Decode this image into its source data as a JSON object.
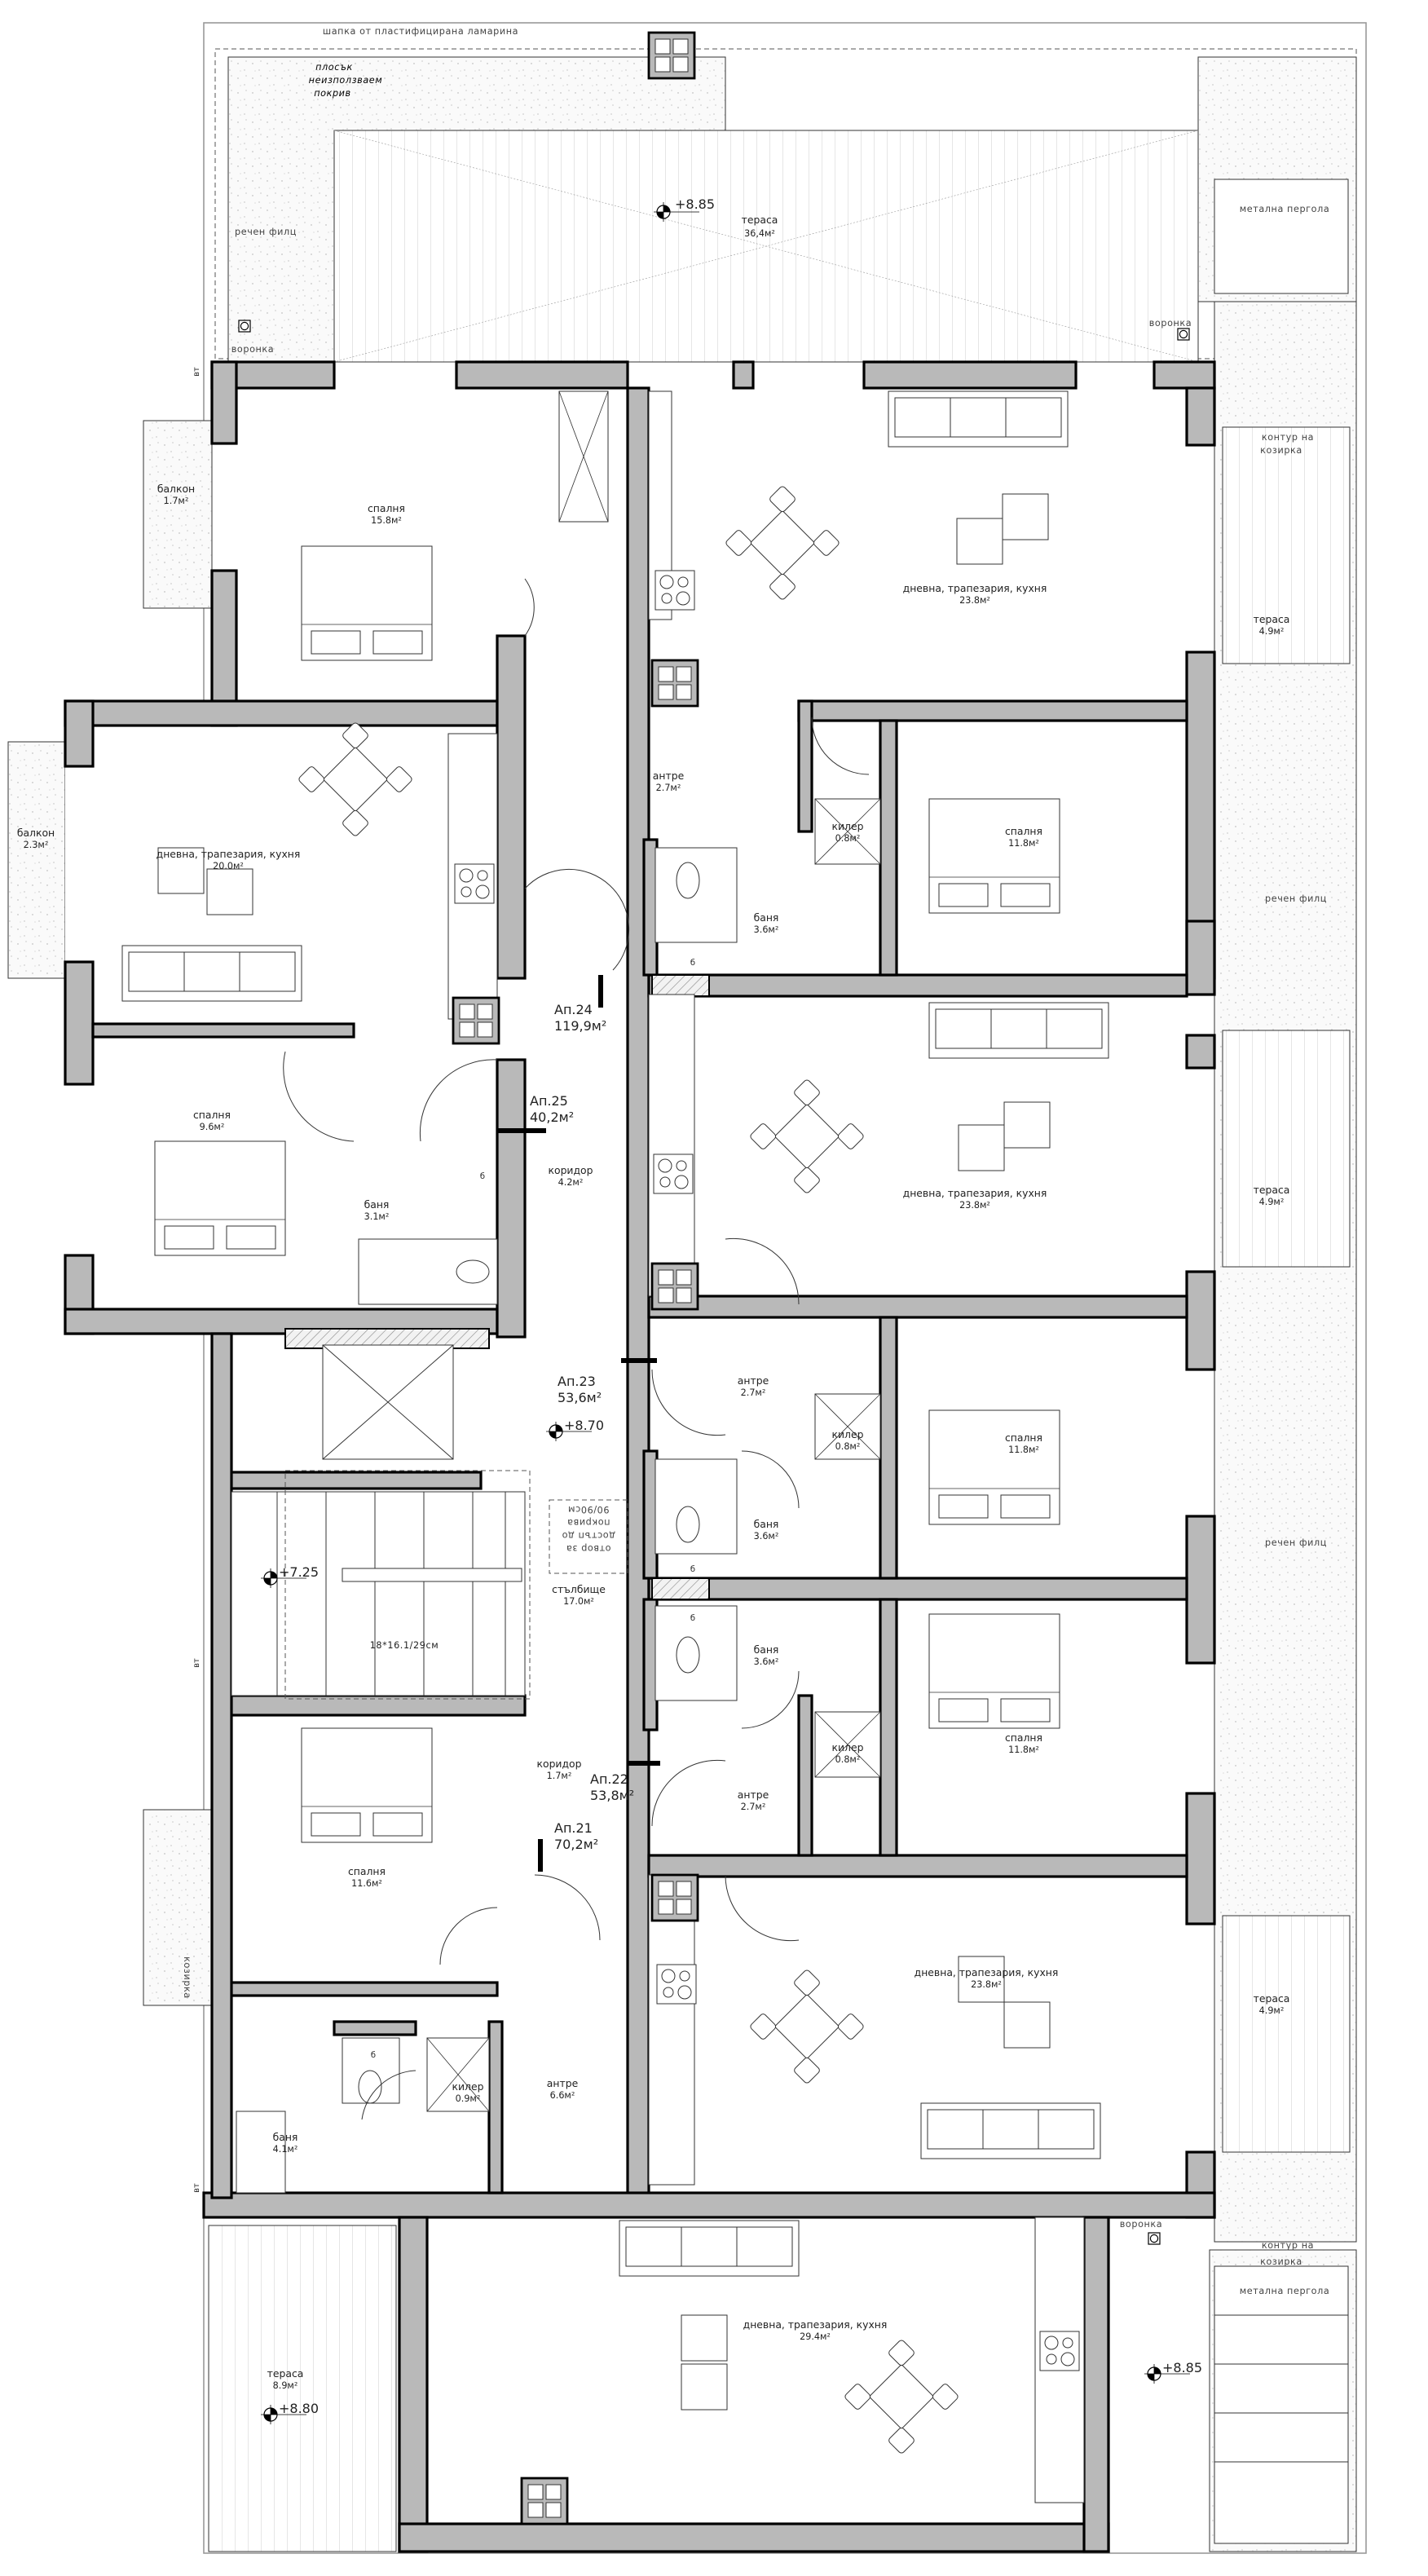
{
  "notes": {
    "roof_cap": "шапка от пластифицирана ламарина",
    "flat_roof": [
      "плосък",
      "неизползваем",
      "покрив"
    ],
    "river_felt": "речен филц",
    "drain": "воронка",
    "metal_pergola": "метална пергола",
    "canopy_contour": [
      "контур на",
      "козирка"
    ],
    "canopy": "козирка",
    "stair_spec": "18*16.1/29см",
    "roof_hatch": [
      "отвор за",
      "достъп до",
      "покрива",
      "90/90см"
    ],
    "vent": "вт",
    "boiler": "б"
  },
  "elevations": [
    "+8.85",
    "+8.70",
    "+7.25",
    "+8.80",
    "+8.85"
  ],
  "apartments": [
    {
      "name": "Ап.24",
      "area": "119,9м²"
    },
    {
      "name": "Ап.25",
      "area": "40,2м²"
    },
    {
      "name": "Ап.23",
      "area": "53,6м²"
    },
    {
      "name": "Ап.22",
      "area": "53,8м²"
    },
    {
      "name": "Ап.21",
      "area": "70,2м²"
    }
  ],
  "rooms": [
    {
      "name": "спалня",
      "area": "15.8м²"
    },
    {
      "name": "дневна, трапезария, кухня",
      "area": "23.8м²"
    },
    {
      "name": "тераса",
      "area": "36,4м²"
    },
    {
      "name": "балкон",
      "area": "1.7м²"
    },
    {
      "name": "тераса",
      "area": "4.9м²"
    },
    {
      "name": "антре",
      "area": "2.7м²"
    },
    {
      "name": "балкон",
      "area": "2.3м²"
    },
    {
      "name": "дневна, трапезария, кухня",
      "area": "20.0м²"
    },
    {
      "name": "килер",
      "area": "0.8м²"
    },
    {
      "name": "спалня",
      "area": "11.8м²"
    },
    {
      "name": "баня",
      "area": "3.6м²"
    },
    {
      "name": "спалня",
      "area": "9.6м²"
    },
    {
      "name": "коридор",
      "area": "4.2м²"
    },
    {
      "name": "баня",
      "area": "3.1м²"
    },
    {
      "name": "дневна, трапезария, кухня",
      "area": "23.8м²"
    },
    {
      "name": "тераса",
      "area": "4.9м²"
    },
    {
      "name": "антре",
      "area": "2.7м²"
    },
    {
      "name": "килер",
      "area": "0.8м²"
    },
    {
      "name": "спалня",
      "area": "11.8м²"
    },
    {
      "name": "баня",
      "area": "3.6м²"
    },
    {
      "name": "стълбище",
      "area": "17.0м²"
    },
    {
      "name": "баня",
      "area": "3.6м²"
    },
    {
      "name": "спалня",
      "area": "11.8м²"
    },
    {
      "name": "килер",
      "area": "0.8м²"
    },
    {
      "name": "коридор",
      "area": "1.7м²"
    },
    {
      "name": "антре",
      "area": "2.7м²"
    },
    {
      "name": "спалня",
      "area": "11.6м²"
    },
    {
      "name": "дневна, трапезария, кухня",
      "area": "23.8м²"
    },
    {
      "name": "тераса",
      "area": "4.9м²"
    },
    {
      "name": "килер",
      "area": "0.9м²"
    },
    {
      "name": "антре",
      "area": "6.6м²"
    },
    {
      "name": "баня",
      "area": "4.1м²"
    },
    {
      "name": "дневна, трапезария, кухня",
      "area": "29.4м²"
    },
    {
      "name": "тераса",
      "area": "8.9м²"
    }
  ],
  "colors": {
    "wall": "#b9b9b9",
    "line": "#000000"
  }
}
